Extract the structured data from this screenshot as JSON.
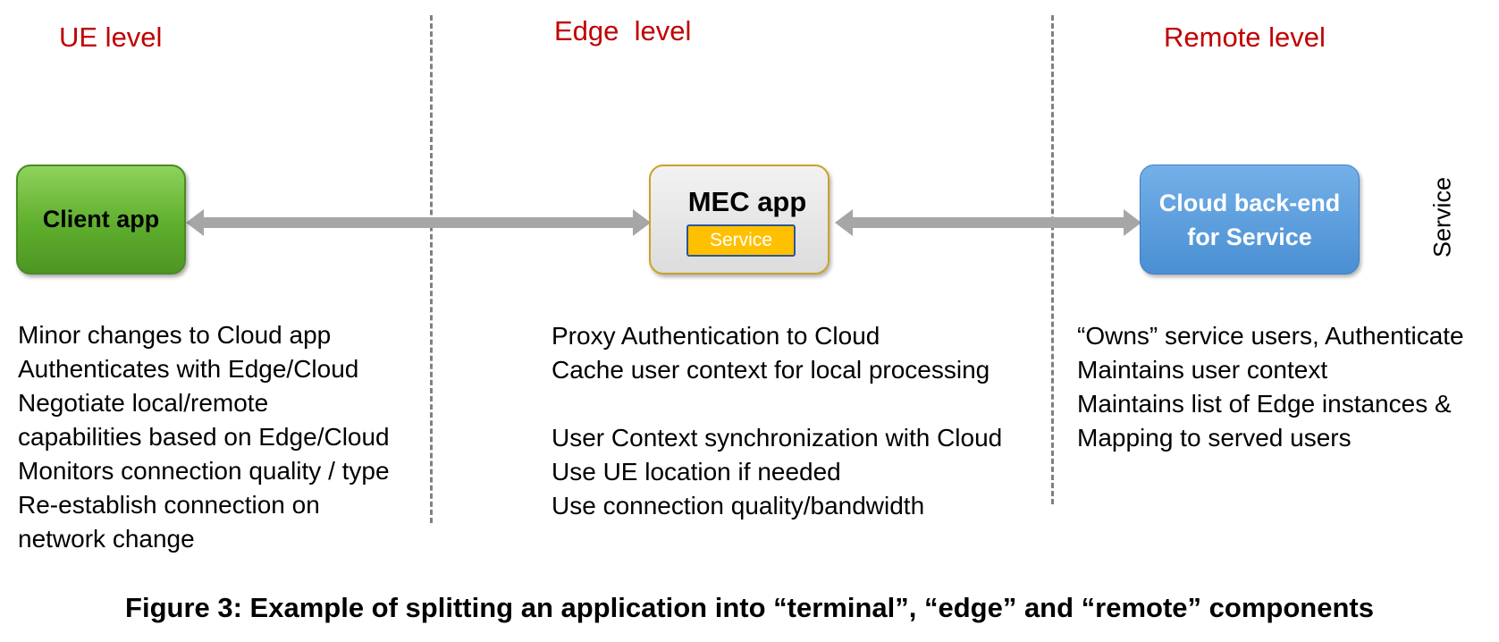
{
  "levels": {
    "ue": "UE level",
    "edge": "Edge  level",
    "remote": "Remote level"
  },
  "nodes": {
    "client": "Client app",
    "mec_title": "MEC app",
    "mec_service": "Service",
    "cloud_line1": "Cloud back-end",
    "cloud_line2": "for Service",
    "side_label": "Service"
  },
  "ue_text": [
    "Minor changes to Cloud app",
    "Authenticates with Edge/Cloud",
    "Negotiate local/remote",
    "capabilities based on Edge/Cloud",
    "Monitors connection quality / type",
    "Re-establish connection on",
    "network change"
  ],
  "edge_text": [
    "Proxy Authentication to Cloud",
    "Cache user context for local processing",
    "",
    "User Context synchronization with Cloud",
    "Use UE location if needed",
    "Use connection quality/bandwidth"
  ],
  "remote_text": [
    "“Owns” service users, Authenticate",
    "Maintains user context",
    "Maintains list of Edge instances &",
    "Mapping to served users"
  ],
  "caption": "Figure 3: Example of splitting an application into “terminal”, “edge” and “remote” components",
  "colors": {
    "level_label": "#c00000",
    "client_box": "#6ab33a",
    "mec_box": "#e6e6e6",
    "mec_service": "#ffc000",
    "cloud_box": "#5b9bd5",
    "arrow": "#a6a6a6",
    "divider": "#808080"
  }
}
